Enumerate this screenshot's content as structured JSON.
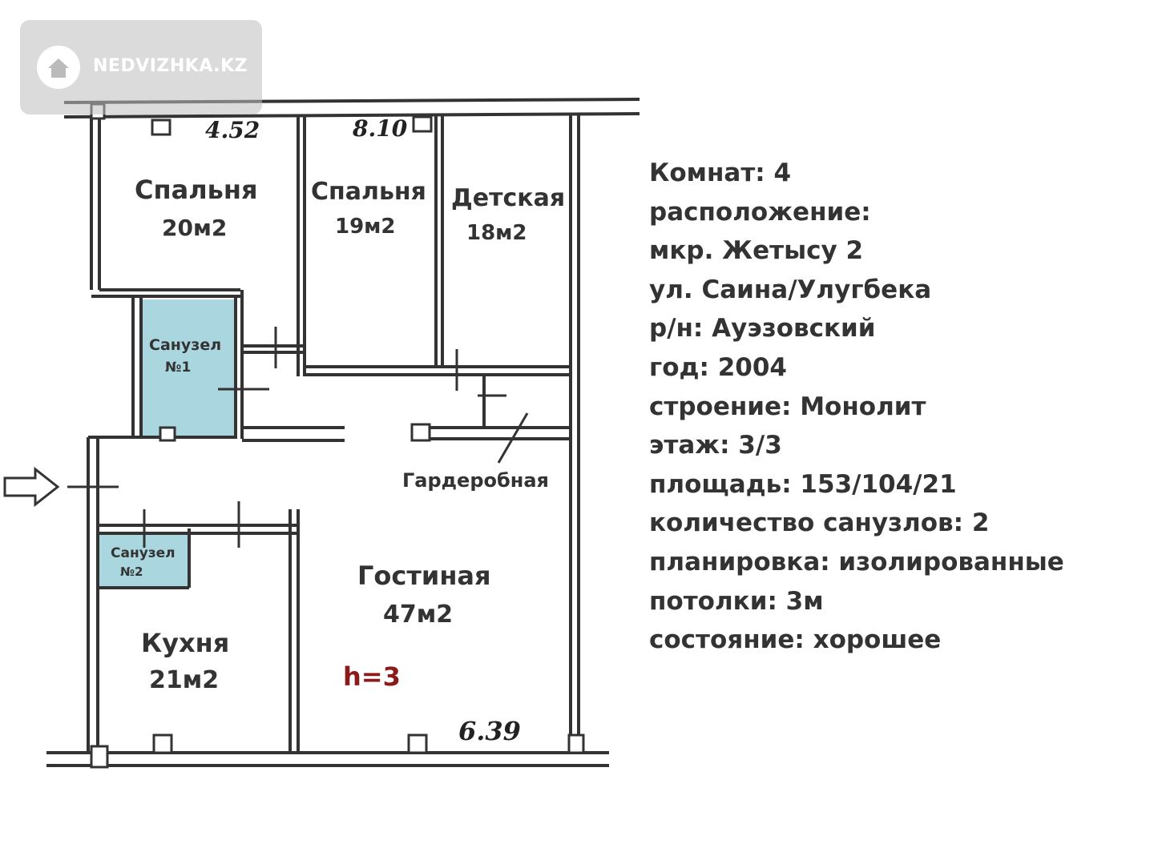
{
  "watermark": {
    "text": "NEDVIZHKA.KZ",
    "icon": "house-icon"
  },
  "rooms": {
    "bedroom1": {
      "name": "Спальня",
      "area": "20м2"
    },
    "bedroom2": {
      "name": "Спальня",
      "area": "19м2"
    },
    "kids": {
      "name": "Детская",
      "area": "18м2"
    },
    "bath1": {
      "name": "Санузел",
      "num": "№1"
    },
    "bath2": {
      "name": "Санузел",
      "num": "№2"
    },
    "wardrobe": {
      "name": "Гардеробная"
    },
    "living": {
      "name": "Гостиная",
      "area": "47м2"
    },
    "kitchen": {
      "name": "Кухня",
      "area": "21м2"
    }
  },
  "dimensions": {
    "top_left": "4.52",
    "top_right": "8.10",
    "bottom": "6.39"
  },
  "ceiling_mark": "h=3",
  "info_lines": [
    "Комнат: 4",
    "расположение:",
    "мкр. Жетысу 2",
    "ул. Саина/Улугбека",
    "р/н: Ауэзовский",
    "год: 2004",
    "строение: Монолит",
    "этаж: 3/3",
    "площадь: 153/104/21",
    "количество санузлов: 2",
    "планировка: изолированные",
    "потолки: 3м",
    "состояние: хорошее"
  ],
  "colors": {
    "bathroom_fill": "#a9d6df",
    "wall": "#333333",
    "ceiling_mark": "#8b1a1a"
  }
}
